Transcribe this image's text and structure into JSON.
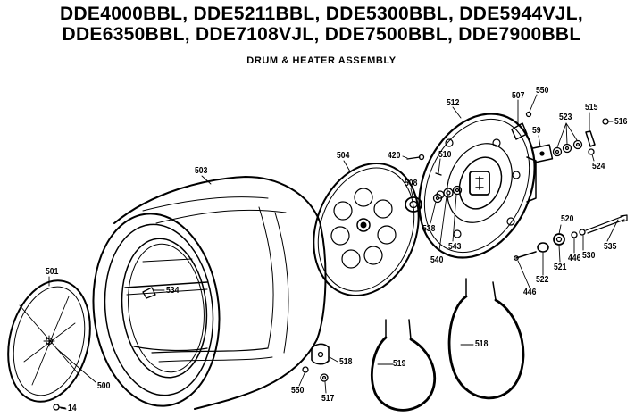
{
  "header": {
    "models_line1": "DDE4000BBL, DDE5211BBL, DDE5300BBL, DDE5944VJL,",
    "models_line2": "DDE6350BBL, DDE7108VJL, DDE7500BBL, DDE7900BBL",
    "subtitle": "DRUM & HEATER ASSEMBLY"
  },
  "parts": {
    "p503": "503",
    "p504": "504",
    "p501": "501",
    "p500": "500",
    "p14": "14",
    "p534": "534",
    "p508": "508",
    "p420": "420",
    "p510": "510",
    "p538": "538",
    "p540": "540",
    "p543": "543",
    "p512": "512",
    "p507": "507",
    "p550_top": "550",
    "p59": "59",
    "p523": "523",
    "p515": "515",
    "p516": "516",
    "p524": "524",
    "p520": "520",
    "p522": "522",
    "p521": "521",
    "p446_right": "446",
    "p530": "530",
    "p535": "535",
    "p446_left": "446",
    "p518_left": "518",
    "p519": "519",
    "p518_right": "518",
    "p550_bottom": "550",
    "p517": "517"
  }
}
